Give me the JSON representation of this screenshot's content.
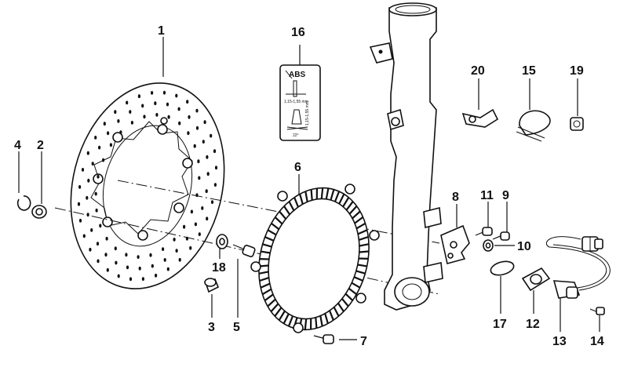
{
  "callouts": {
    "c1": "1",
    "c2": "2",
    "c3": "3",
    "c4": "4",
    "c5": "5",
    "c6": "6",
    "c7": "7",
    "c8": "8",
    "c9": "9",
    "c10": "10",
    "c11": "11",
    "c12": "12",
    "c13": "13",
    "c14": "14",
    "c15": "15",
    "c16": "16",
    "c17": "17",
    "c18": "18",
    "c19": "19",
    "c20": "20"
  },
  "abs_label": {
    "brand": "ABS",
    "spec_top": "1,15-1,55 mm",
    "spec_bottom": "1,15-1,55 mm",
    "angle": "22°"
  }
}
